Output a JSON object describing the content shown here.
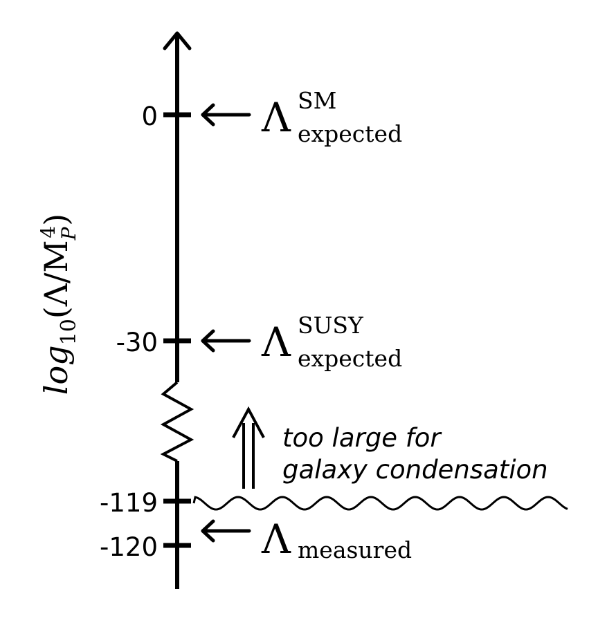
{
  "axis_label": {
    "prefix": "log",
    "subscript": "10",
    "open": "(Λ/M",
    "m_sub": "P",
    "m_sup": "4",
    "close": ")"
  },
  "ticks": [
    {
      "label": "0",
      "value": 0
    },
    {
      "label": "-30",
      "value": -30
    },
    {
      "label": "-119",
      "value": -119
    },
    {
      "label": "-120",
      "value": -120
    }
  ],
  "markers": [
    {
      "symbol": "Λ",
      "superscript": "SM",
      "subscript": "expected",
      "value": 0
    },
    {
      "symbol": "Λ",
      "superscript": "SUSY",
      "subscript": "expected",
      "value": -30
    },
    {
      "symbol": "Λ",
      "superscript": "",
      "subscript": "measured",
      "value": -120
    }
  ],
  "annotation": {
    "line1": "too large for",
    "line2": "galaxy condensation"
  },
  "colors": {
    "ink": "#000000",
    "background": "#ffffff"
  }
}
